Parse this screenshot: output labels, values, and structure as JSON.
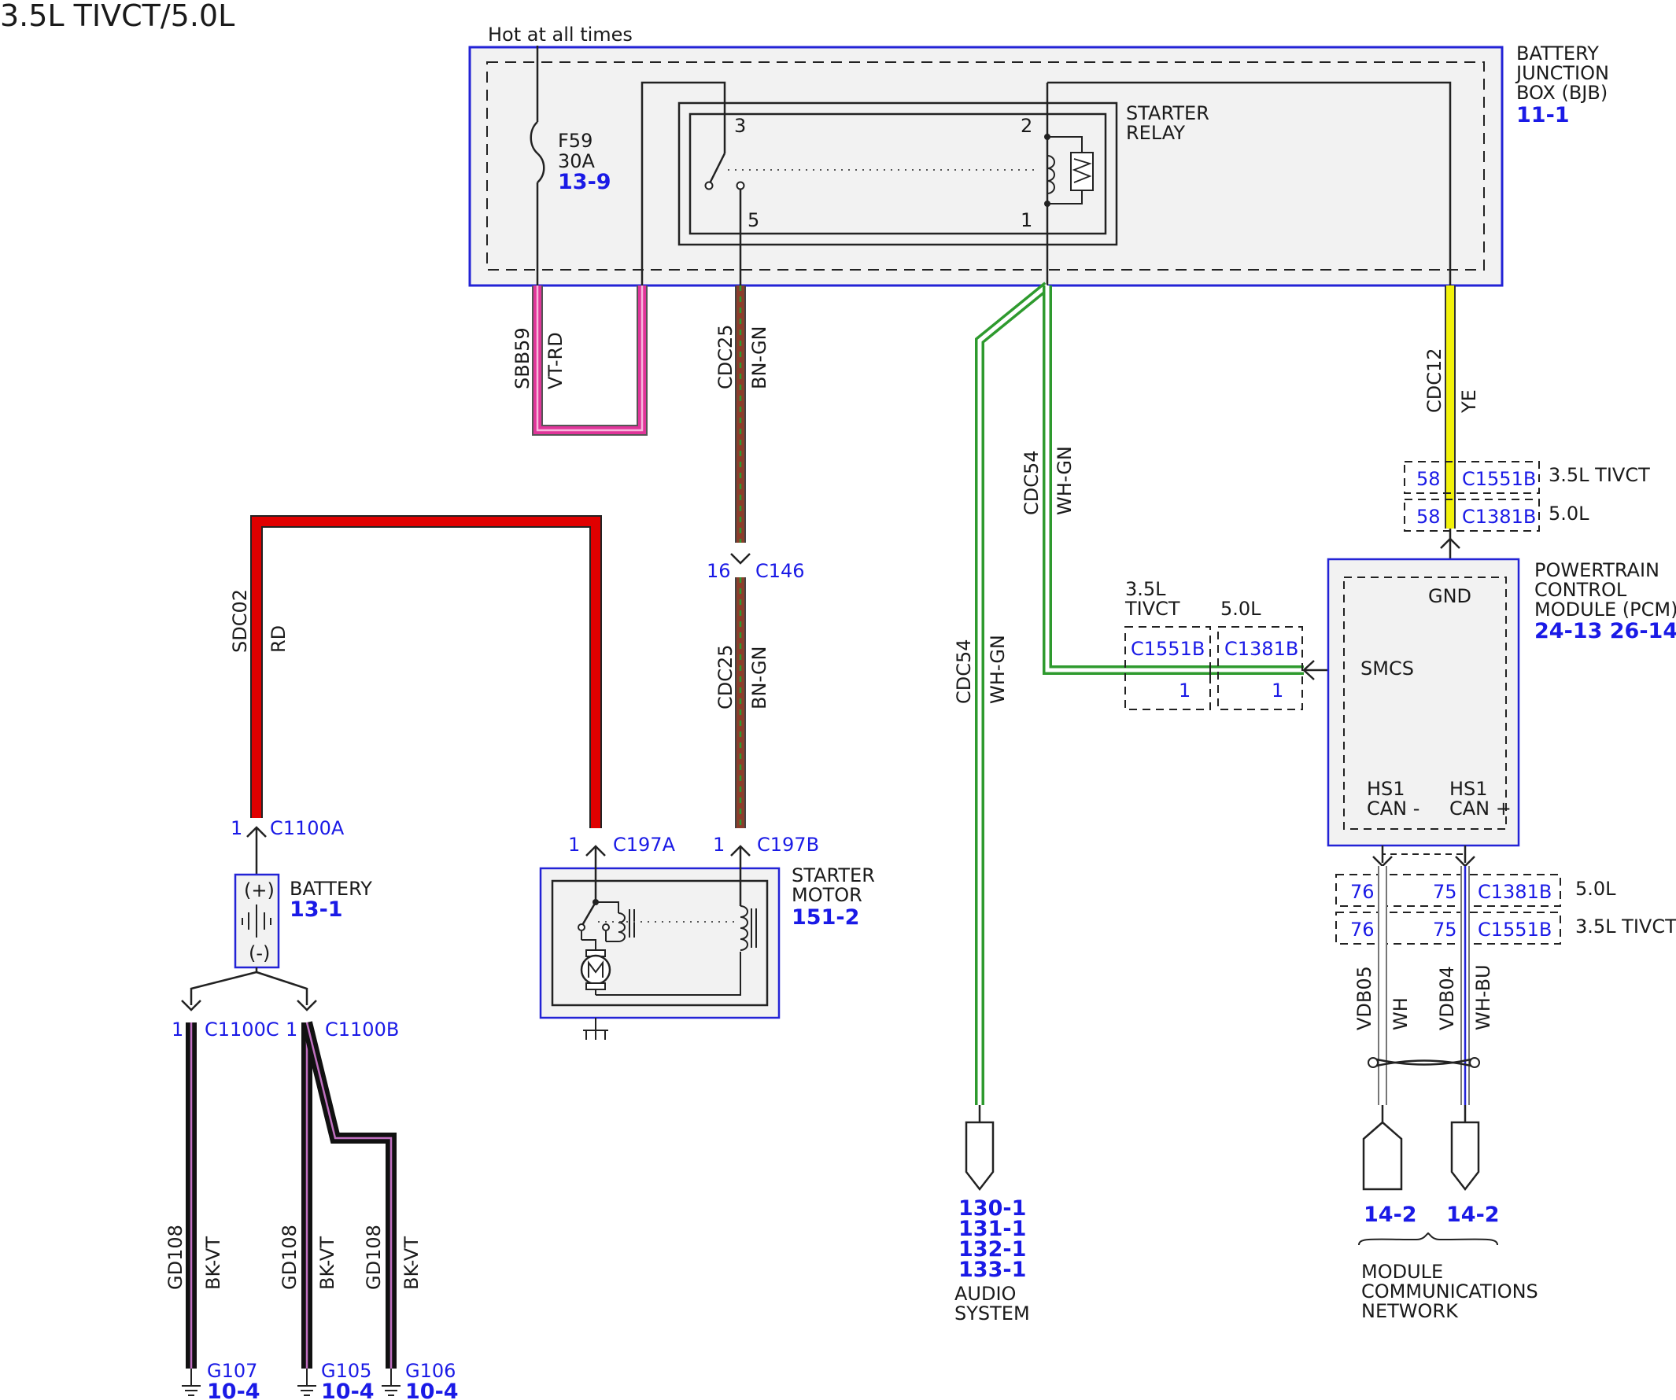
{
  "title": "3.5L TIVCT/5.0L",
  "hot_label": "Hot at all times",
  "bjb": {
    "name": [
      "BATTERY",
      "JUNCTION",
      "BOX (BJB)"
    ],
    "ref": "11-1"
  },
  "fuse": {
    "id": "F59",
    "rating": "30A",
    "ref": "13-9"
  },
  "relay": {
    "name": [
      "STARTER",
      "RELAY"
    ],
    "pins": [
      "3",
      "2",
      "5",
      "1"
    ]
  },
  "wires": {
    "sbb59": {
      "circuit": "SBB59",
      "color": "VT-RD"
    },
    "cdc25_top": {
      "circuit": "CDC25",
      "color": "BN-GN"
    },
    "cdc25_bottom": {
      "circuit": "CDC25",
      "color": "BN-GN"
    },
    "cdc54_left": {
      "circuit": "CDC54",
      "color": "WH-GN"
    },
    "cdc54_right": {
      "circuit": "CDC54",
      "color": "WH-GN"
    },
    "cdc12": {
      "circuit": "CDC12",
      "color": "YE"
    },
    "sdc02": {
      "circuit": "SDC02",
      "color": "RD"
    },
    "gd108_a": {
      "circuit": "GD108",
      "color": "BK-VT"
    },
    "gd108_b": {
      "circuit": "GD108",
      "color": "BK-VT"
    },
    "gd108_c": {
      "circuit": "GD108",
      "color": "BK-VT"
    },
    "vdb05": {
      "circuit": "VDB05",
      "color": "WH"
    },
    "vdb04": {
      "circuit": "VDB04",
      "color": "WH-BU"
    }
  },
  "connectors": {
    "c146": {
      "pin": "16",
      "name": "C146"
    },
    "c1100a": {
      "pin": "1",
      "name": "C1100A"
    },
    "c197a": {
      "pin": "1",
      "name": "C197A"
    },
    "c197b": {
      "pin": "1",
      "name": "C197B"
    },
    "c1100c": {
      "pin": "1",
      "name": "C1100C"
    },
    "c1100b": {
      "pin": "1",
      "name": "C1100B"
    },
    "pcm_gnd_1": {
      "pin": "58",
      "name": "C1551B",
      "variant": "3.5L TIVCT"
    },
    "pcm_gnd_2": {
      "pin": "58",
      "name": "C1381B",
      "variant": "5.0L"
    },
    "smcs_1": {
      "variant": [
        "3.5L",
        "TIVCT"
      ],
      "name": "C1551B",
      "pin": "1"
    },
    "smcs_2": {
      "variant": "5.0L",
      "name": "C1381B",
      "pin": "1"
    },
    "can_1": {
      "pin_l": "76",
      "pin_r": "75",
      "name": "C1381B",
      "variant": "5.0L"
    },
    "can_2": {
      "pin_l": "76",
      "pin_r": "75",
      "name": "C1551B",
      "variant": "3.5L TIVCT"
    }
  },
  "pcm": {
    "name": [
      "POWERTRAIN",
      "CONTROL",
      "MODULE (PCM)"
    ],
    "refs": "24-13 26-14",
    "gnd": "GND",
    "smcs": "SMCS",
    "hs1_l": [
      "HS1",
      "CAN -"
    ],
    "hs1_r": [
      "HS1",
      "CAN +"
    ]
  },
  "battery": {
    "name": "BATTERY",
    "ref": "13-1",
    "plus": "(+)",
    "minus": "(-)"
  },
  "starter_motor": {
    "name": [
      "STARTER",
      "MOTOR"
    ],
    "ref": "151-2"
  },
  "grounds": [
    {
      "name": "G107",
      "ref": "10-4"
    },
    {
      "name": "G105",
      "ref": "10-4"
    },
    {
      "name": "G106",
      "ref": "10-4"
    }
  ],
  "audio": {
    "refs": [
      "130-1",
      "131-1",
      "132-1",
      "133-1"
    ],
    "name": [
      "AUDIO",
      "SYSTEM"
    ]
  },
  "network": {
    "refs": [
      "14-2",
      "14-2"
    ],
    "name": [
      "MODULE",
      "COMMUNICATIONS",
      "NETWORK"
    ]
  },
  "colors": {
    "frame": "#2323d6",
    "box_fill": "#f2f2f2",
    "vt_rd": "#e0359a",
    "bn_gn": "#8b3d2b",
    "wh_gn": "#2e9a2e",
    "ye": "#f2f20a",
    "rd": "#e00000",
    "bk_vt": "#2a1a2a"
  }
}
